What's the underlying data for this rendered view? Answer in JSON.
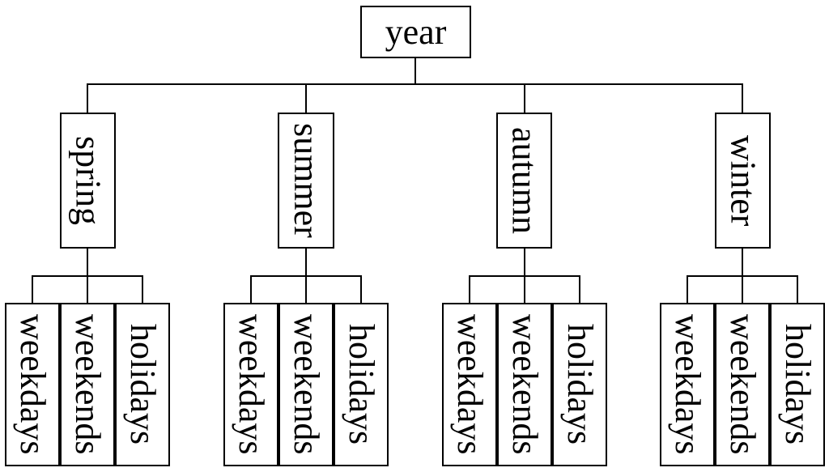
{
  "diagram": {
    "type": "tree",
    "root": "year",
    "seasons": [
      {
        "label": "spring",
        "children": [
          "weekdays",
          "weekends",
          "holidays"
        ]
      },
      {
        "label": "summer",
        "children": [
          "weekdays",
          "weekends",
          "holidays"
        ]
      },
      {
        "label": "autumn",
        "children": [
          "weekdays",
          "weekends",
          "holidays"
        ]
      },
      {
        "label": "winter",
        "children": [
          "weekdays",
          "weekends",
          "holidays"
        ]
      }
    ],
    "colors": {
      "line": "#000000",
      "text": "#000000",
      "background": "#ffffff"
    }
  }
}
